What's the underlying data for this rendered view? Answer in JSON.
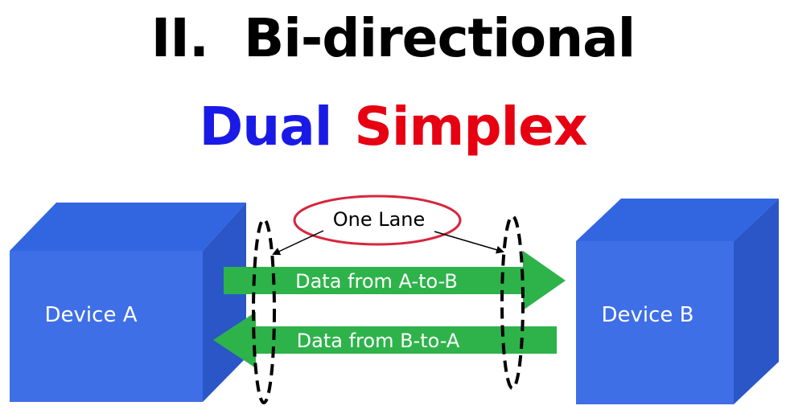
{
  "title": {
    "line1_number": "II.",
    "line1_text": "Bi-directional",
    "line2_word1": "Dual",
    "line2_word2": "Simplex"
  },
  "colors": {
    "dual": "#1a1ae6",
    "simplex": "#e60012",
    "cube_front": "#3f6fe6",
    "cube_top": "#3265e0",
    "cube_side": "#2a56c8",
    "arrow": "#2db34a",
    "ellipse_red": "#d7263d"
  },
  "diagram": {
    "device_a": "Device A",
    "device_b": "Device B",
    "lane_label": "One Lane",
    "arrow_ab": "Data from A-to-B",
    "arrow_ba": "Data from B-to-A"
  }
}
